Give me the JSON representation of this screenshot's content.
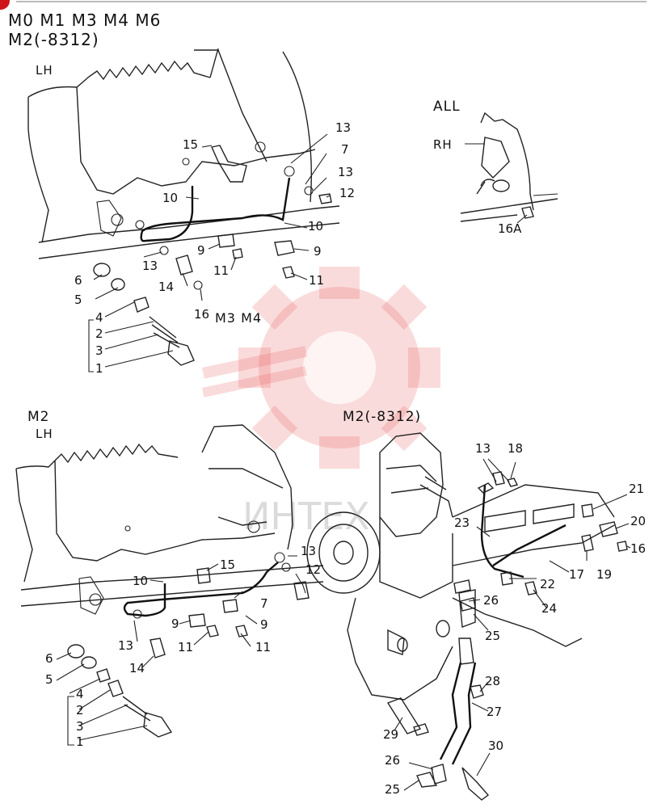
{
  "header": {
    "models_line1": "M0 M1 M3 M4 M6",
    "models_line2": "M2(-8312)"
  },
  "sections": {
    "top_left_side": "LH",
    "all": "ALL",
    "all_side": "RH",
    "m3m4": "M3 M4",
    "m2": "M2",
    "m2_side": "LH",
    "m2_right": "M2(-8312)"
  },
  "watermark": "ИНТЕХ",
  "callouts": {
    "tl": {
      "c15": "15",
      "c13a": "13",
      "c7": "7",
      "c13b": "13",
      "c12": "12",
      "c10a": "10",
      "c10b": "10",
      "c9a": "9",
      "c9b": "9",
      "c13c": "13",
      "c11a": "11",
      "c11b": "11",
      "c6": "6",
      "c5": "5",
      "c14": "14",
      "c16": "16",
      "c4": "4",
      "c2": "2",
      "c3": "3",
      "c1": "1"
    },
    "tr": {
      "c16a": "16A"
    },
    "bl": {
      "c13": "13",
      "c12": "12",
      "c15": "15",
      "c10": "10",
      "c7": "7",
      "c9a": "9",
      "c9b": "9",
      "c13b": "13",
      "c11a": "11",
      "c11b": "11",
      "c6": "6",
      "c5": "5",
      "c14": "14",
      "c4": "4",
      "c2": "2",
      "c3": "3",
      "c1": "1"
    },
    "br": {
      "c13": "13",
      "c18": "18",
      "c21": "21",
      "c20": "20",
      "c16": "16",
      "c23": "23",
      "c19": "19",
      "c17": "17",
      "c22": "22",
      "c26a": "26",
      "c24": "24",
      "c25a": "25",
      "c28": "28",
      "c27": "27",
      "c29": "29",
      "c30": "30",
      "c26b": "26",
      "c25b": "25"
    }
  }
}
